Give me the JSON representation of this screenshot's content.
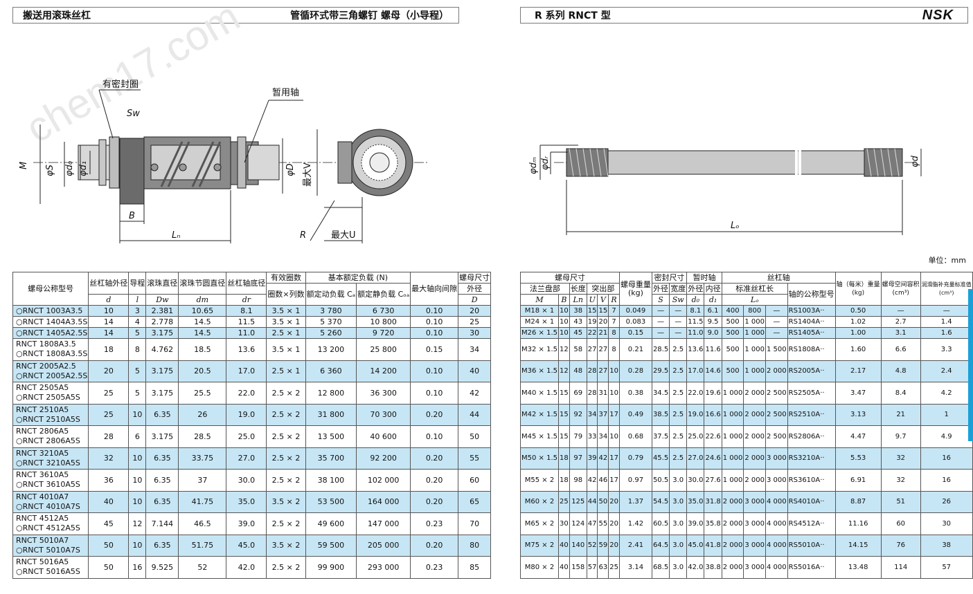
{
  "header_left": {
    "title": "搬送用滚珠丝杠",
    "subtitle": "管循环式带三角螺钉 螺母（小导程）"
  },
  "header_right": {
    "title": "R 系列 RNCT 型",
    "logo": "NSK"
  },
  "watermark": "chem17.com",
  "drawing_left": {
    "seal_label": "有密封圈",
    "temp_shaft_label": "暂用轴",
    "sw": "Sw",
    "M": "M",
    "phiS": "φS",
    "phid0": "φd₀",
    "phid1": "φd₁",
    "phiD": "φD",
    "maxV": "最大V",
    "B": "B",
    "Ln": "Lₙ",
    "R": "R",
    "maxU": "最大U"
  },
  "drawing_right": {
    "phidm": "φdₘ",
    "phidr": "φdᵣ",
    "phid": "φd",
    "Lo": "Lₒ"
  },
  "unit": "单位：mm",
  "left_table": {
    "h_model": "螺母公称型号",
    "h_shaft_od": "丝杠轴外径",
    "h_lead": "导程",
    "h_ball": "滚珠直径",
    "h_pitch": "滚珠节圆直径",
    "h_root": "丝杠轴底径",
    "h_circuits": "有效圈数",
    "h_circ_sub": "圈数×列数",
    "h_load": "基本额定负载",
    "h_load_unit": "(N)",
    "h_dyn": "额定动负载 Cₐ",
    "h_stat": "额定静负载 Cₒₐ",
    "h_backlash": "最大轴向间隙",
    "h_nut": "螺母尺寸",
    "h_nut_od": "外径",
    "s_d": "d",
    "s_l": "l",
    "s_Dw": "Dw",
    "s_dm": "dm",
    "s_dr": "dr",
    "s_D": "D",
    "rows": [
      {
        "m1": "○RNCT 1003A3.5",
        "m2": "",
        "d": "10",
        "l": "3",
        "dw": "2.381",
        "dm": "10.65",
        "dr": "8.1",
        "c": "3.5 × 1",
        "ca": "3 780",
        "coa": "6 730",
        "bl": "0.10",
        "D": "20"
      },
      {
        "m1": "○RNCT 1404A3.5S",
        "m2": "",
        "d": "14",
        "l": "4",
        "dw": "2.778",
        "dm": "14.5",
        "dr": "11.5",
        "c": "3.5 × 1",
        "ca": "5 370",
        "coa": "10 800",
        "bl": "0.10",
        "D": "25"
      },
      {
        "m1": "○RNCT 1405A2.5S",
        "m2": "",
        "d": "14",
        "l": "5",
        "dw": "3.175",
        "dm": "14.5",
        "dr": "11.0",
        "c": "2.5 × 1",
        "ca": "5 260",
        "coa": "9 720",
        "bl": "0.10",
        "D": "30"
      },
      {
        "m1": "RNCT 1808A3.5",
        "m2": "○RNCT 1808A3.5S",
        "d": "18",
        "l": "8",
        "dw": "4.762",
        "dm": "18.5",
        "dr": "13.6",
        "c": "3.5 × 1",
        "ca": "13 200",
        "coa": "25 800",
        "bl": "0.15",
        "D": "34"
      },
      {
        "m1": "RNCT 2005A2.5",
        "m2": "○RNCT 2005A2.5S",
        "d": "20",
        "l": "5",
        "dw": "3.175",
        "dm": "20.5",
        "dr": "17.0",
        "c": "2.5 × 1",
        "ca": "6 360",
        "coa": "14 200",
        "bl": "0.10",
        "D": "40"
      },
      {
        "m1": "RNCT 2505A5",
        "m2": "○RNCT 2505A5S",
        "d": "25",
        "l": "5",
        "dw": "3.175",
        "dm": "25.5",
        "dr": "22.0",
        "c": "2.5 × 2",
        "ca": "12 800",
        "coa": "36 300",
        "bl": "0.10",
        "D": "42"
      },
      {
        "m1": "RNCT 2510A5",
        "m2": "○RNCT 2510A5S",
        "d": "25",
        "l": "10",
        "dw": "6.35",
        "dm": "26",
        "dr": "19.0",
        "c": "2.5 × 2",
        "ca": "31 800",
        "coa": "70 300",
        "bl": "0.20",
        "D": "44"
      },
      {
        "m1": "RNCT 2806A5",
        "m2": "○RNCT 2806A5S",
        "d": "28",
        "l": "6",
        "dw": "3.175",
        "dm": "28.5",
        "dr": "25.0",
        "c": "2.5 × 2",
        "ca": "13 500",
        "coa": "40 600",
        "bl": "0.10",
        "D": "50"
      },
      {
        "m1": "RNCT 3210A5",
        "m2": "○RNCT 3210A5S",
        "d": "32",
        "l": "10",
        "dw": "6.35",
        "dm": "33.75",
        "dr": "27.0",
        "c": "2.5 × 2",
        "ca": "35 700",
        "coa": "92 200",
        "bl": "0.20",
        "D": "55"
      },
      {
        "m1": "RNCT 3610A5",
        "m2": "○RNCT 3610A5S",
        "d": "36",
        "l": "10",
        "dw": "6.35",
        "dm": "37",
        "dr": "30.0",
        "c": "2.5 × 2",
        "ca": "38 100",
        "coa": "102 000",
        "bl": "0.20",
        "D": "60"
      },
      {
        "m1": "RNCT 4010A7",
        "m2": "○RNCT 4010A7S",
        "d": "40",
        "l": "10",
        "dw": "6.35",
        "dm": "41.75",
        "dr": "35.0",
        "c": "3.5 × 2",
        "ca": "53 500",
        "coa": "164 000",
        "bl": "0.20",
        "D": "65"
      },
      {
        "m1": "RNCT 4512A5",
        "m2": "○RNCT 4512A5S",
        "d": "45",
        "l": "12",
        "dw": "7.144",
        "dm": "46.5",
        "dr": "39.0",
        "c": "2.5 × 2",
        "ca": "49 600",
        "coa": "147 000",
        "bl": "0.23",
        "D": "70"
      },
      {
        "m1": "RNCT 5010A7",
        "m2": "○RNCT 5010A7S",
        "d": "50",
        "l": "10",
        "dw": "6.35",
        "dm": "51.75",
        "dr": "45.0",
        "c": "3.5 × 2",
        "ca": "59 500",
        "coa": "205 000",
        "bl": "0.20",
        "D": "80"
      },
      {
        "m1": "RNCT 5016A5",
        "m2": "○RNCT 5016A5S",
        "d": "50",
        "l": "16",
        "dw": "9.525",
        "dm": "52",
        "dr": "42.0",
        "c": "2.5 × 2",
        "ca": "99 900",
        "coa": "293 000",
        "bl": "0.23",
        "D": "85"
      }
    ]
  },
  "right_table": {
    "h_nut": "螺母尺寸",
    "h_flange": "法兰盘部",
    "h_len": "长度",
    "h_proj": "突出部",
    "h_weight": "螺母重量",
    "h_weight_unit": "(kg)",
    "h_seal": "密封尺寸",
    "h_seal_od": "外径",
    "h_seal_w": "宽度",
    "h_temp": "暂时轴",
    "h_temp_od": "外径",
    "h_temp_id": "内径",
    "h_screw": "丝杠轴",
    "h_std_len": "标准丝杠长",
    "h_shaft_model": "轴的公称型号",
    "h_shaft_w": "轴（每米）重量",
    "h_shaft_w_unit": "(kg)",
    "h_nut_vol": "螺母空间容积",
    "h_nut_vol_unit": "(cm³)",
    "h_grease": "润滑脂补充量标准值",
    "h_grease_unit": "(cm³)",
    "s_M": "M",
    "s_B": "B",
    "s_Ln": "Ln",
    "s_U": "U",
    "s_V": "V",
    "s_R": "R",
    "s_S": "S",
    "s_Sw": "Sw",
    "s_d0": "d₀",
    "s_d1": "d₁",
    "s_Lo": "Lₒ",
    "rows": [
      {
        "M": "M18 × 1",
        "B": "10",
        "Ln": "38",
        "U": "15",
        "V": "15",
        "R": "7",
        "w": "0.049",
        "S": "—",
        "Sw": "—",
        "d0": "8.1",
        "d1": "6.1",
        "L1": "400",
        "L2": "800",
        "L3": "—",
        "sm": "RS1003A··",
        "sw": "0.50",
        "nv": "—",
        "gr": "—"
      },
      {
        "M": "M24 × 1",
        "B": "10",
        "Ln": "43",
        "U": "19",
        "V": "20",
        "R": "7",
        "w": "0.083",
        "S": "—",
        "Sw": "—",
        "d0": "11.5",
        "d1": "9.5",
        "L1": "500",
        "L2": "1 000",
        "L3": "—",
        "sm": "RS1404A··",
        "sw": "1.02",
        "nv": "2.7",
        "gr": "1.4"
      },
      {
        "M": "M26 × 1.5",
        "B": "10",
        "Ln": "45",
        "U": "22",
        "V": "21",
        "R": "8",
        "w": "0.15",
        "S": "—",
        "Sw": "—",
        "d0": "11.0",
        "d1": "9.0",
        "L1": "500",
        "L2": "1 000",
        "L3": "—",
        "sm": "RS1405A··",
        "sw": "1.00",
        "nv": "3.1",
        "gr": "1.6"
      },
      {
        "M": "M32 × 1.5",
        "B": "12",
        "Ln": "58",
        "U": "27",
        "V": "27",
        "R": "8",
        "w": "0.21",
        "S": "28.5",
        "Sw": "2.5",
        "d0": "13.6",
        "d1": "11.6",
        "L1": "500",
        "L2": "1 000",
        "L3": "1 500",
        "sm": "RS1808A··",
        "sw": "1.60",
        "nv": "6.6",
        "gr": "3.3"
      },
      {
        "M": "M36 × 1.5",
        "B": "12",
        "Ln": "48",
        "U": "28",
        "V": "27",
        "R": "10",
        "w": "0.28",
        "S": "29.5",
        "Sw": "2.5",
        "d0": "17.0",
        "d1": "14.6",
        "L1": "500",
        "L2": "1 000",
        "L3": "2 000",
        "sm": "RS2005A··",
        "sw": "2.17",
        "nv": "4.8",
        "gr": "2.4"
      },
      {
        "M": "M40 × 1.5",
        "B": "15",
        "Ln": "69",
        "U": "28",
        "V": "31",
        "R": "10",
        "w": "0.38",
        "S": "34.5",
        "Sw": "2.5",
        "d0": "22.0",
        "d1": "19.6",
        "L1": "1 000",
        "L2": "2 000",
        "L3": "2 500",
        "sm": "RS2505A··",
        "sw": "3.47",
        "nv": "8.4",
        "gr": "4.2"
      },
      {
        "M": "M42 × 1.5",
        "B": "15",
        "Ln": "92",
        "U": "34",
        "V": "37",
        "R": "17",
        "w": "0.49",
        "S": "38.5",
        "Sw": "2.5",
        "d0": "19.0",
        "d1": "16.6",
        "L1": "1 000",
        "L2": "2 000",
        "L3": "2 500",
        "sm": "RS2510A··",
        "sw": "3.13",
        "nv": "21",
        "gr": "1"
      },
      {
        "M": "M45 × 1.5",
        "B": "15",
        "Ln": "79",
        "U": "33",
        "V": "34",
        "R": "10",
        "w": "0.68",
        "S": "37.5",
        "Sw": "2.5",
        "d0": "25.0",
        "d1": "22.6",
        "L1": "1 000",
        "L2": "2 000",
        "L3": "2 500",
        "sm": "RS2806A··",
        "sw": "4.47",
        "nv": "9.7",
        "gr": "4.9"
      },
      {
        "M": "M50 × 1.5",
        "B": "18",
        "Ln": "97",
        "U": "39",
        "V": "42",
        "R": "17",
        "w": "0.79",
        "S": "45.5",
        "Sw": "2.5",
        "d0": "27.0",
        "d1": "24.6",
        "L1": "1 000",
        "L2": "2 000",
        "L3": "3 000",
        "sm": "RS3210A··",
        "sw": "5.53",
        "nv": "32",
        "gr": "16"
      },
      {
        "M": "M55 × 2",
        "B": "18",
        "Ln": "98",
        "U": "42",
        "V": "46",
        "R": "17",
        "w": "0.97",
        "S": "50.5",
        "Sw": "3.0",
        "d0": "30.0",
        "d1": "27.6",
        "L1": "1 000",
        "L2": "2 000",
        "L3": "3 000",
        "sm": "RS3610A··",
        "sw": "6.91",
        "nv": "32",
        "gr": "16"
      },
      {
        "M": "M60 × 2",
        "B": "25",
        "Ln": "125",
        "U": "44",
        "V": "50",
        "R": "20",
        "w": "1.37",
        "S": "54.5",
        "Sw": "3.0",
        "d0": "35.0",
        "d1": "31.8",
        "L1": "2 000",
        "L2": "3 000",
        "L3": "4 000",
        "sm": "RS4010A··",
        "sw": "8.87",
        "nv": "51",
        "gr": "26"
      },
      {
        "M": "M65 × 2",
        "B": "30",
        "Ln": "124",
        "U": "47",
        "V": "55",
        "R": "20",
        "w": "1.42",
        "S": "60.5",
        "Sw": "3.0",
        "d0": "39.0",
        "d1": "35.8",
        "L1": "2 000",
        "L2": "3 000",
        "L3": "4 000",
        "sm": "RS4512A··",
        "sw": "11.16",
        "nv": "60",
        "gr": "30"
      },
      {
        "M": "M75 × 2",
        "B": "40",
        "Ln": "140",
        "U": "52",
        "V": "59",
        "R": "20",
        "w": "2.41",
        "S": "64.5",
        "Sw": "3.0",
        "d0": "45.0",
        "d1": "41.8",
        "L1": "2 000",
        "L2": "3 000",
        "L3": "4 000",
        "sm": "RS5010A··",
        "sw": "14.15",
        "nv": "76",
        "gr": "38"
      },
      {
        "M": "M80 × 2",
        "B": "40",
        "Ln": "158",
        "U": "57",
        "V": "63",
        "R": "25",
        "w": "3.14",
        "S": "68.5",
        "Sw": "3.0",
        "d0": "42.0",
        "d1": "38.8",
        "L1": "2 000",
        "L2": "3 000",
        "L3": "4 000",
        "sm": "RS5016A··",
        "sw": "13.48",
        "nv": "114",
        "gr": "57"
      }
    ]
  }
}
